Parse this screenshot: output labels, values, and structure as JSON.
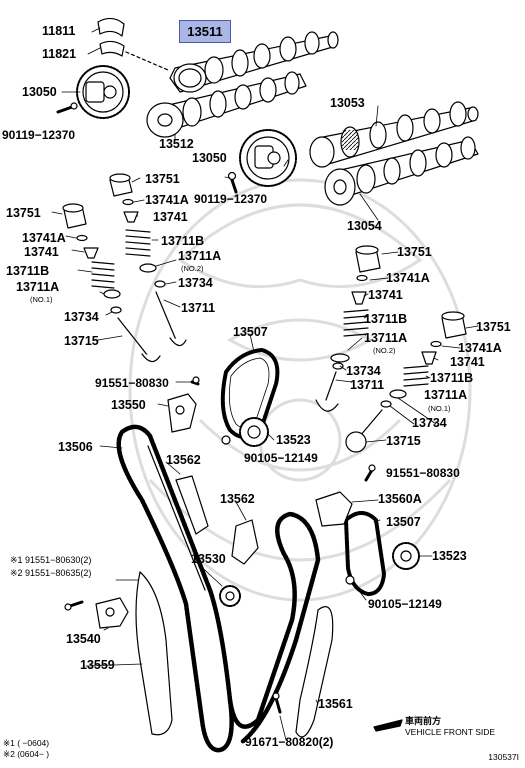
{
  "highlight": {
    "part": "13511"
  },
  "labels": {
    "p11811": "11811",
    "p11821": "11821",
    "p13050a": "13050",
    "p90119a": "90119−12370",
    "p13512": "13512",
    "p13050b": "13050",
    "p90119b": "90119−12370",
    "p13053": "13053",
    "p13054": "13054",
    "p13751a": "13751",
    "p13741aa": "13741A",
    "p13741a": "13741",
    "p13711ba": "13711B",
    "p13711aa": "13711A",
    "no2a": "(NO.2)",
    "p13734a": "13734",
    "p13711": "13711",
    "p13751b": "13751",
    "p13741ab": "13741A",
    "p13741b": "13741",
    "p13711bb": "13711B",
    "p13711ab": "13711A",
    "no1a": "(NO.1)",
    "p13734b": "13734",
    "p13715a": "13715",
    "p13507a": "13507",
    "p91551a": "91551−80830",
    "p13550": "13550",
    "p13506": "13506",
    "p13523a": "13523",
    "p90105a": "90105−12149",
    "p13562a": "13562",
    "p13562b": "13562",
    "p13530": "13530",
    "p13751c": "13751",
    "p13741ac": "13741A",
    "p13741c": "13741",
    "p13711bc": "13711B",
    "p13711ac": "13711A",
    "no2b": "(NO.2)",
    "p13734c": "13734",
    "p13711b2": "13711",
    "p13751d": "13751",
    "p13741ad": "13741A",
    "p13741d": "13741",
    "p13711bd": "13711B",
    "p13711ad": "13711A",
    "no1b": "(NO.1)",
    "p13734d": "13734",
    "p13715b": "13715",
    "p91551b": "91551−80830",
    "p13560a": "13560A",
    "p13507b": "13507",
    "p13523b": "13523",
    "p90105b": "90105−12149",
    "p91551_80630": "※1 91551−80630(2)",
    "p91551_80635": "※2 91551−80635(2)",
    "p13540": "13540",
    "p13559": "13559",
    "p13561": "13561",
    "p91671": "91671−80820(2)"
  },
  "front": {
    "jp": "車両前方",
    "en": "VEHICLE FRONT SIDE"
  },
  "footnotes": [
    "※1 (  −0604)",
    "※2 (0604−   )"
  ],
  "figure_id": "130537I"
}
